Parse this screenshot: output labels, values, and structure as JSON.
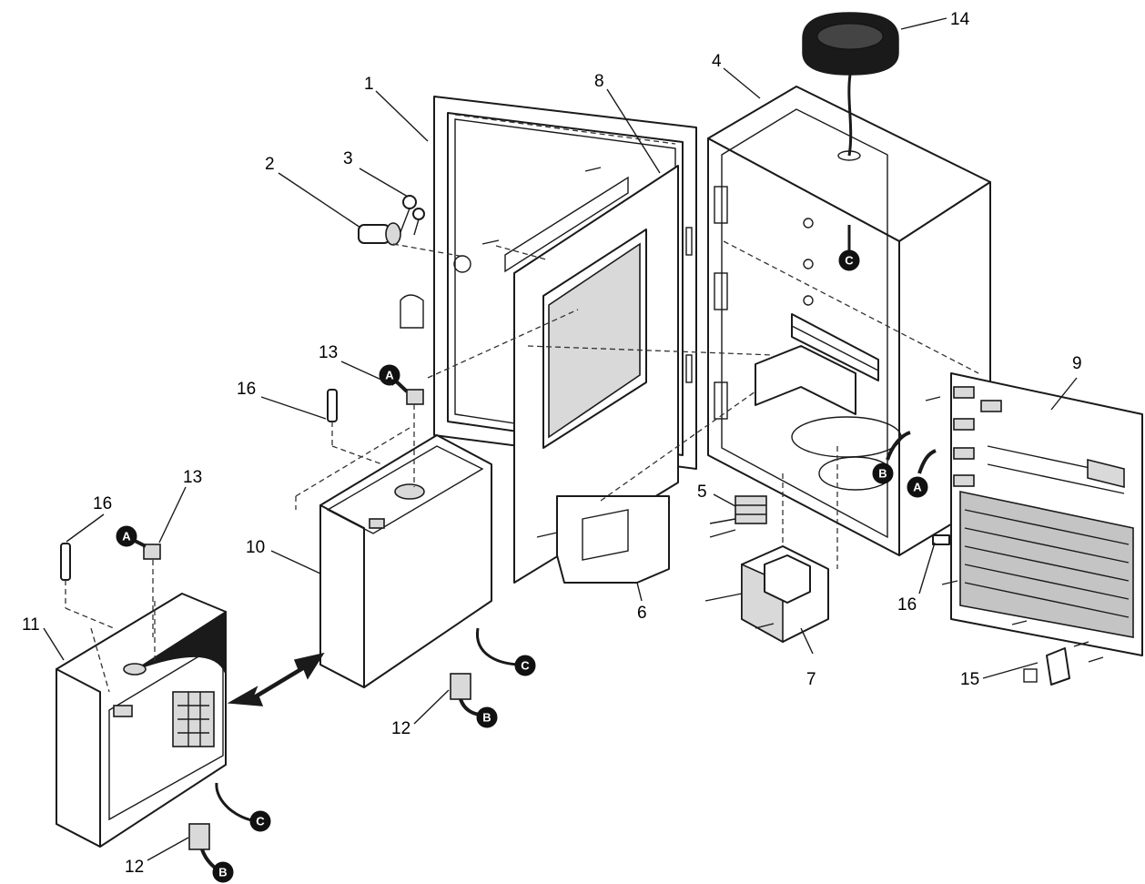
{
  "callouts": [
    "1",
    "2",
    "3",
    "4",
    "5",
    "6",
    "7",
    "8",
    "9",
    "10",
    "11",
    "12",
    "12",
    "13",
    "13",
    "14",
    "15",
    "16",
    "16",
    "16"
  ],
  "connectors": {
    "a": "A",
    "b": "B",
    "c": "C"
  }
}
